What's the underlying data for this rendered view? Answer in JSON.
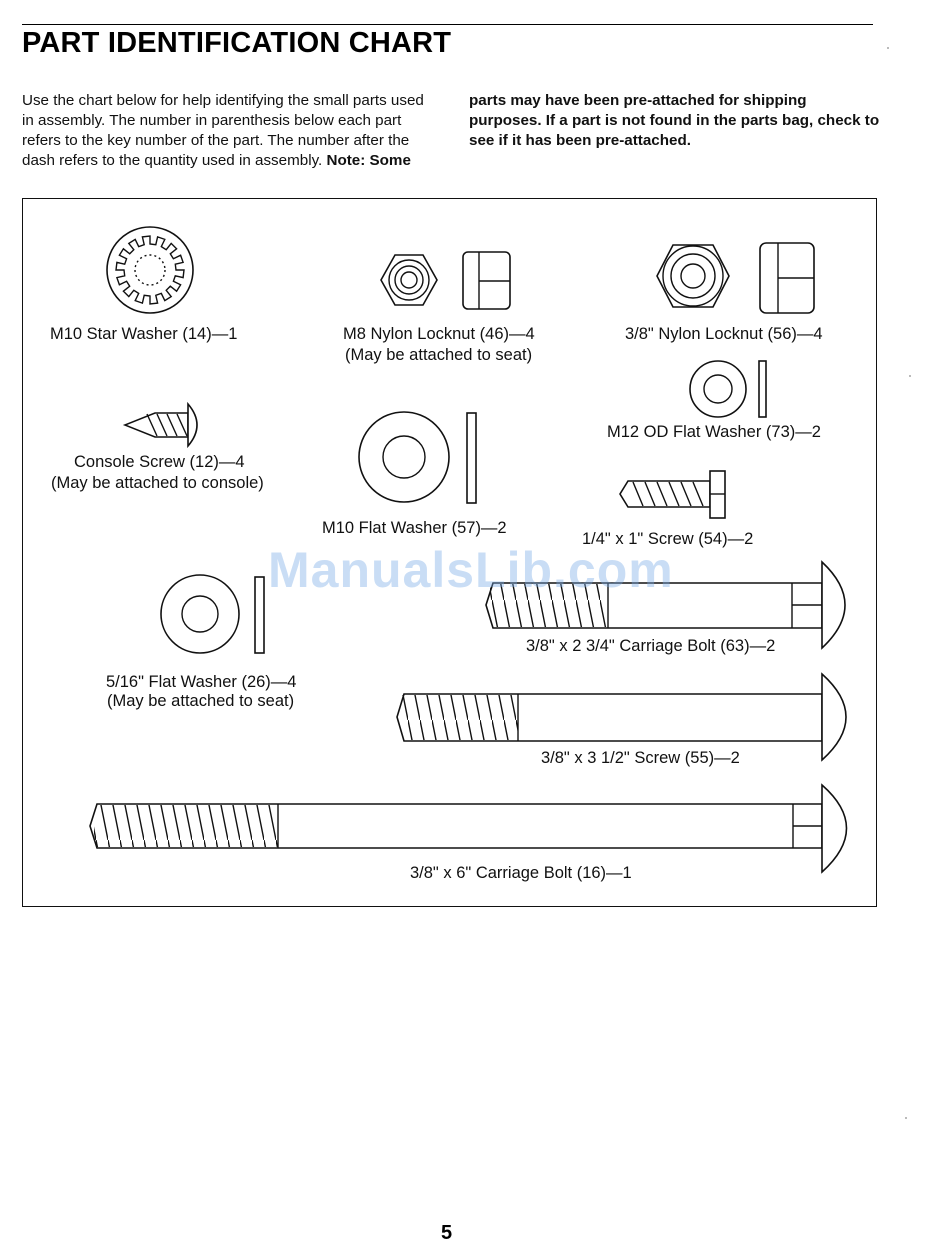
{
  "page": {
    "title": "PART IDENTIFICATION CHART",
    "intro_text": "Use the chart below for help identifying the small parts used in assembly. The number in parenthesis below each part refers to the key number of the part. The number after the dash refers to the quantity used in assembly.",
    "note_text": "Note: Some parts may have been pre-attached for shipping purposes. If a part is not found in the parts bag, check to see if it has been pre-attached.",
    "page_number": "5",
    "watermark": "ManualsLib.com"
  },
  "parts": {
    "star_washer": {
      "label": "M10 Star Washer (14)—1",
      "icon": "star-washer-icon"
    },
    "m8_locknut": {
      "label": "M8 Nylon Locknut (46)—4",
      "note": "(May be attached to seat)",
      "icon": "locknut-icon"
    },
    "nylon_locknut_38": {
      "label": "3/8\" Nylon Locknut (56)—4",
      "icon": "locknut-icon"
    },
    "m12_flat_washer": {
      "label": "M12 OD Flat Washer (73)—2",
      "icon": "flat-washer-icon"
    },
    "console_screw": {
      "label": "Console Screw (12)—4",
      "note": "(May be attached to console)",
      "icon": "screw-icon"
    },
    "m10_flat_washer": {
      "label": "M10 Flat Washer (57)—2",
      "icon": "flat-washer-icon"
    },
    "screw_14x1": {
      "label": "1/4\" x 1\" Screw (54)—2",
      "icon": "bolt-icon"
    },
    "flat_washer_516": {
      "label": "5/16\" Flat Washer (26)—4",
      "note": "(May be attached to seat)",
      "icon": "flat-washer-icon"
    },
    "carriage_bolt_234": {
      "label": "3/8\" x 2 3/4\" Carriage Bolt (63)—2",
      "icon": "carriage-bolt-icon"
    },
    "screw_312": {
      "label": "3/8\" x 3 1/2\" Screw (55)—2",
      "icon": "carriage-bolt-icon"
    },
    "carriage_bolt_6": {
      "label": "3/8\" x 6\" Carriage Bolt (16)—1",
      "icon": "carriage-bolt-icon"
    }
  }
}
